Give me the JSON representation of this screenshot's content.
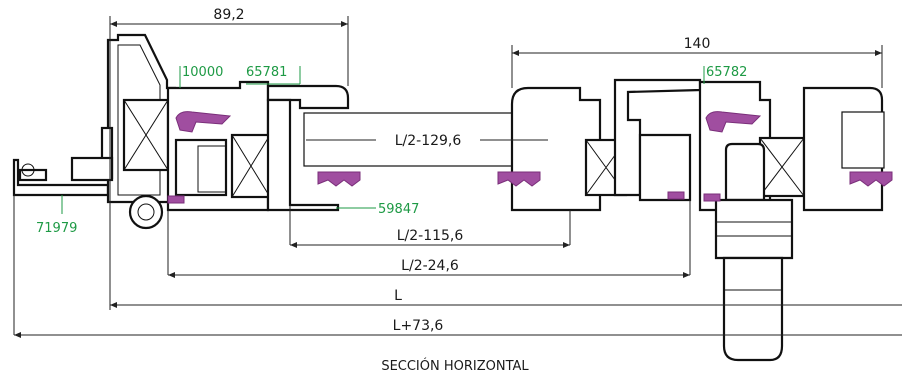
{
  "title": "SECCIÓN HORIZONTAL",
  "dimensions": {
    "top_left": "89,2",
    "top_right": "140",
    "glass_inner": "L/2-129,6",
    "d1": "L/2-115,6",
    "d2": "L/2-24,6",
    "d3": "L",
    "d4": "L+73,6"
  },
  "codes": {
    "c10000": "10000",
    "c65781": "65781",
    "c65782": "65782",
    "c59847": "59847",
    "c71979": "71979"
  },
  "colors": {
    "gasket": "#a04ea0",
    "code_text": "#1e9a45",
    "line": "#111111"
  }
}
